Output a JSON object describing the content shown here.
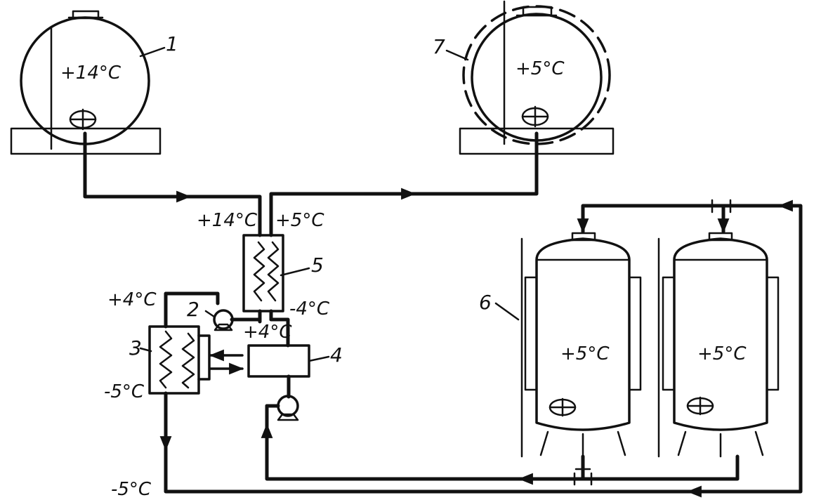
{
  "components": [
    {
      "id": "1",
      "name": "raw-wort-tank"
    },
    {
      "id": "2",
      "name": "brine-pump"
    },
    {
      "id": "3",
      "name": "brine-cooler"
    },
    {
      "id": "4",
      "name": "brine-collector"
    },
    {
      "id": "5",
      "name": "plate-heat-exchanger"
    },
    {
      "id": "6",
      "name": "fermentation-tanks"
    },
    {
      "id": "7",
      "name": "cooled-wort-tank"
    }
  ],
  "labels": {
    "tank1_temp": "+14°C",
    "tank7_temp": "+5°C",
    "hx_in_temp": "+14°C",
    "hx_out_temp": "+5°C",
    "hx_brine_out_temp": "-4°C",
    "pump2_temp": "+4°C",
    "cooler_in_temp": "+4°C",
    "cooler_out_temp": "-5°C",
    "return_line_temp": "-5°C",
    "vessel_a_temp": "+5°C",
    "vessel_b_temp": "+5°C"
  },
  "numbers": {
    "n1": "1",
    "n2": "2",
    "n3": "3",
    "n4": "4",
    "n5": "5",
    "n6": "6",
    "n7": "7"
  },
  "colors": {
    "ink": "#111111",
    "paper": "#ffffff"
  }
}
